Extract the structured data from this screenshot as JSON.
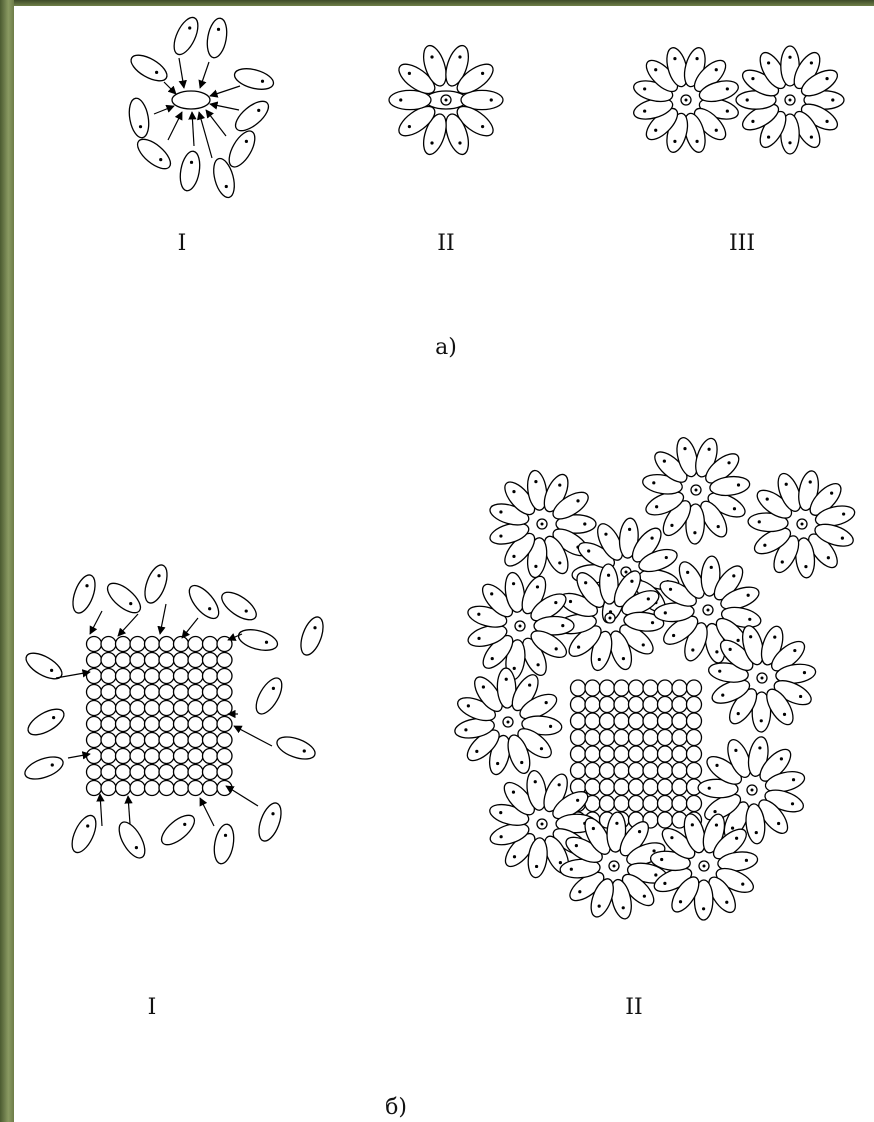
{
  "part_a": {
    "label": "а)",
    "stages": [
      "I",
      "II",
      "III"
    ]
  },
  "part_b": {
    "label": "б)",
    "stages": [
      "I",
      "II"
    ]
  }
}
